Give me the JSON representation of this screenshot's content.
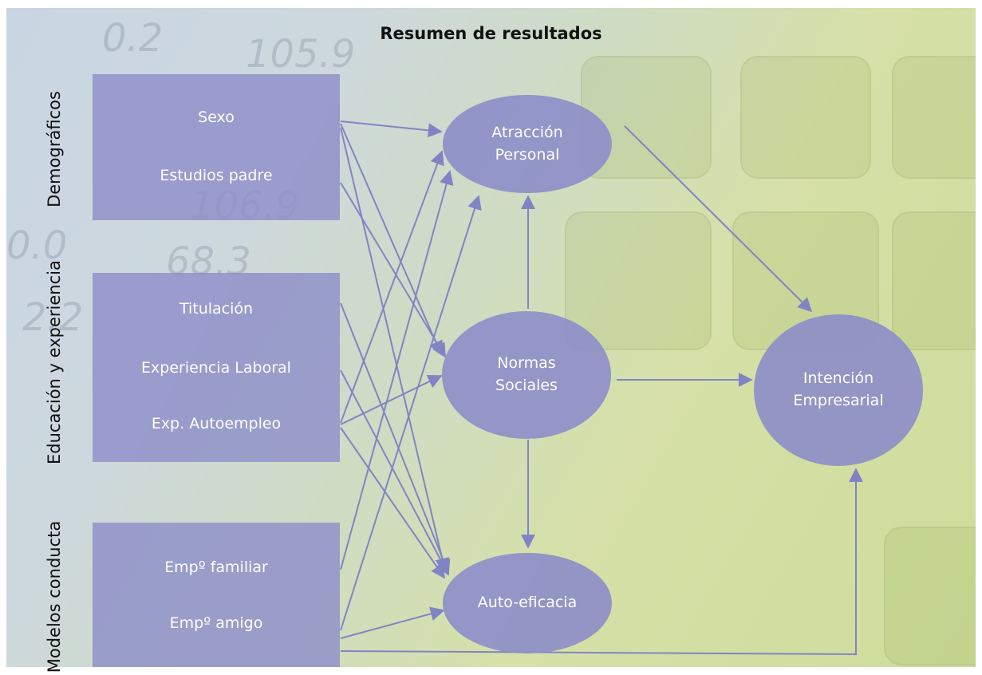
{
  "title": "Resumen de resultados",
  "groups": {
    "demograficos": {
      "label": "Demográficos",
      "items": [
        "Sexo",
        "Estudios padre"
      ]
    },
    "educacion": {
      "label": "Educación y experiencia",
      "items": [
        "Titulación",
        "Experiencia Laboral",
        "Exp. Autoempleo"
      ]
    },
    "modelos": {
      "label": "Modelos conducta",
      "items": [
        "Empº familiar",
        "Empº amigo"
      ]
    }
  },
  "constructs": {
    "atraccion": {
      "line1": "Atracción",
      "line2": "Personal"
    },
    "normas": {
      "line1": "Normas",
      "line2": "Sociales"
    },
    "autoeficacia": {
      "line1": "Auto-eficacia"
    },
    "intencion": {
      "line1": "Intención",
      "line2": "Empresarial"
    }
  },
  "colors": {
    "box_fill": "#8d8fc8",
    "arrow": "#8184c4",
    "text_on_shape": "#ffffff"
  }
}
